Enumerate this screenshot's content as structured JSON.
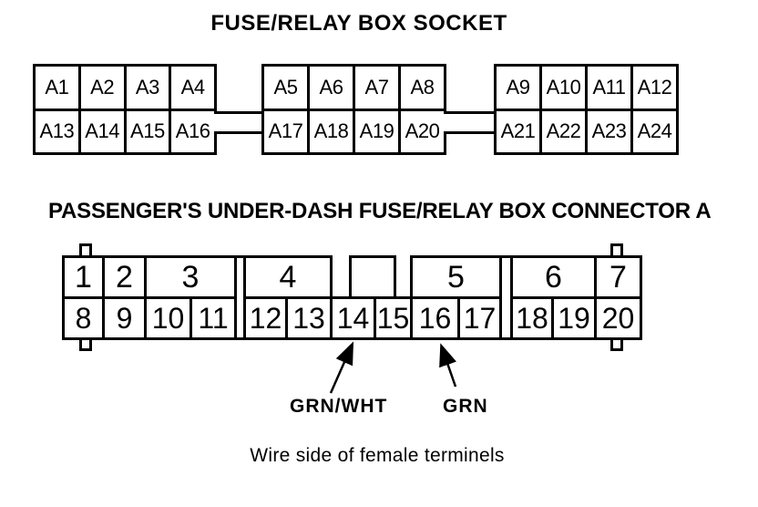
{
  "page": {
    "background": "#ffffff",
    "line_color": "#000000"
  },
  "socket": {
    "title": "FUSE/RELAY BOX SOCKET",
    "grids": [
      {
        "cells": [
          "A1",
          "A2",
          "A3",
          "A4",
          "A13",
          "A14",
          "A15",
          "A16"
        ]
      },
      {
        "cells": [
          "A5",
          "A6",
          "A7",
          "A8",
          "A17",
          "A18",
          "A19",
          "A20"
        ]
      },
      {
        "cells": [
          "A9",
          "A10",
          "A11",
          "A12",
          "A21",
          "A22",
          "A23",
          "A24"
        ]
      }
    ]
  },
  "connector": {
    "title": "PASSENGER'S UNDER-DASH FUSE/RELAY BOX CONNECTOR A",
    "top_cells": [
      "1",
      "2",
      "3",
      "4",
      "5",
      "6",
      "7"
    ],
    "bottom_cells": [
      "8",
      "9",
      "10",
      "11",
      "12",
      "13",
      "14",
      "15",
      "16",
      "17",
      "18",
      "19",
      "20"
    ],
    "wire_labels": [
      {
        "text": "GRN/WHT",
        "points_to_pin": "14"
      },
      {
        "text": "GRN",
        "points_to_pin": "16"
      }
    ],
    "caption": "Wire side of female terminels"
  }
}
